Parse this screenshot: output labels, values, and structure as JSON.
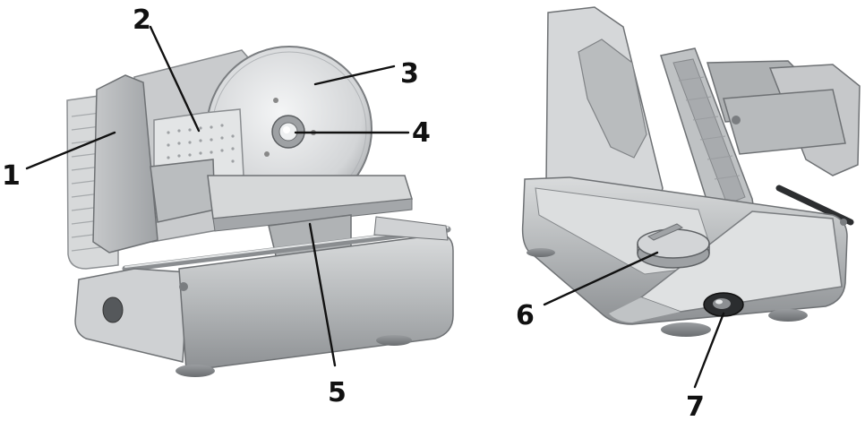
{
  "callouts": [
    {
      "number": "1"
    },
    {
      "number": "2"
    },
    {
      "number": "3"
    },
    {
      "number": "4"
    },
    {
      "number": "5"
    },
    {
      "number": "6"
    },
    {
      "number": "7"
    }
  ],
  "colors": {
    "metal_light": "#d4d6d7",
    "metal_mid": "#a9acae",
    "metal_dark": "#6e7174",
    "line": "#111111"
  }
}
